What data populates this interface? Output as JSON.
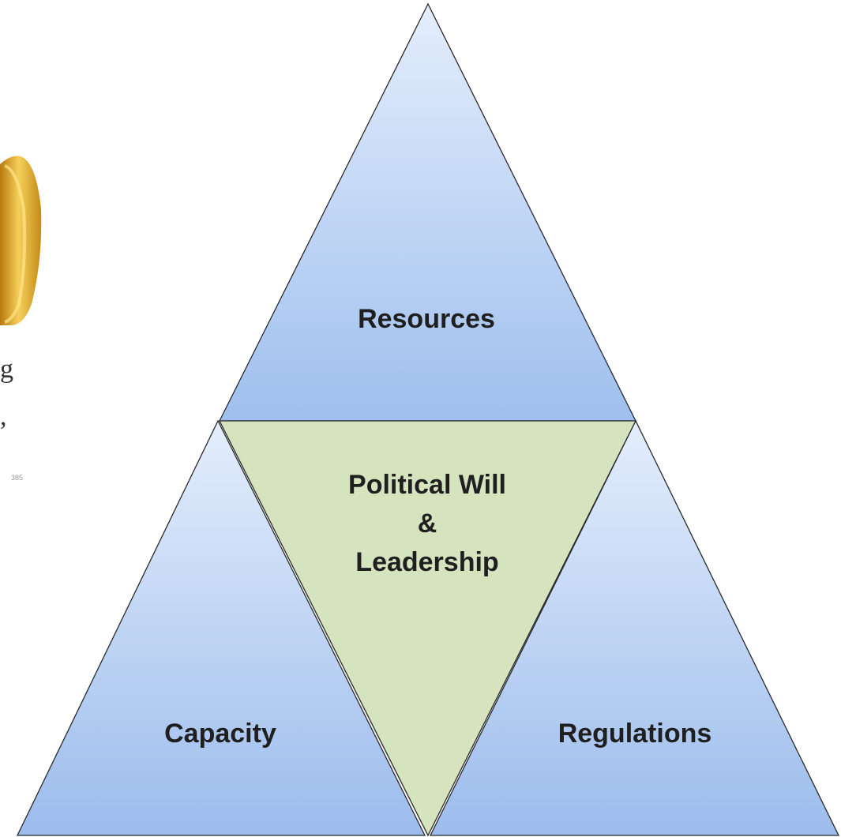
{
  "diagram": {
    "top_label": "Resources",
    "center_label_line1": "Political Will",
    "center_label_line2": "&",
    "center_label_line3": "Leadership",
    "left_label": "Capacity",
    "right_label": "Regulations"
  },
  "cropped_left": {
    "fragment_1": "g",
    "fragment_2": ",",
    "fragment_3": "385"
  },
  "colors": {
    "triangle_fill_top": "#dce9fb",
    "triangle_fill_bottom": "#9cbcec",
    "center_fill": "#d6e3bf",
    "outline": "#2a2a2a",
    "coin_gold": "#e0a22a"
  }
}
